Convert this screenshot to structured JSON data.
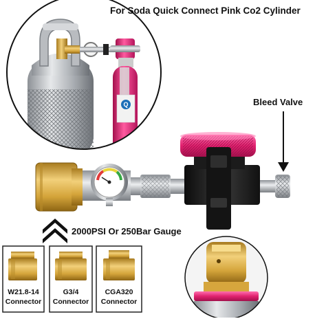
{
  "headline": "For Soda Quick Connect Pink Co2 Cylinder",
  "callouts": {
    "bleed_valve": "Bleed Valve",
    "gauge": "2000PSI Or 250Bar Gauge"
  },
  "connectors": [
    {
      "name": "W21.8-14",
      "label": "Connector"
    },
    {
      "name": "G3/4",
      "label": "Connector"
    },
    {
      "name": "CGA320",
      "label": "Connector"
    }
  ],
  "icons": {
    "upward-chevrons": "up-arrow-icon",
    "cylinder-logo": "q-logo-icon"
  },
  "colors": {
    "accent_pink": "#e0216e",
    "brass": "#d8a93a",
    "steel": "#b9bcc0",
    "black_body": "#1b1b1b"
  }
}
